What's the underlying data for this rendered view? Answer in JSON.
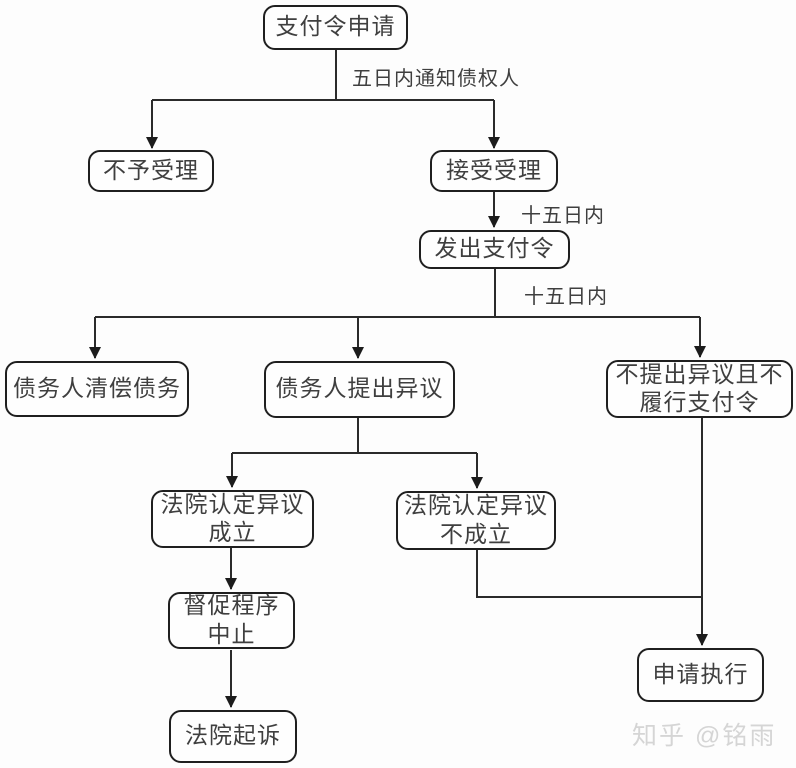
{
  "diagram": {
    "nodes": {
      "apply": "支付令申请",
      "reject": "不予受理",
      "accept": "接受受理",
      "issue": "发出支付令",
      "settle": "债务人清偿债务",
      "objection": "债务人提出异议",
      "no_objection": "不提出异议且不\n履行支付令",
      "objection_valid": "法院认定异议\n成立",
      "objection_invalid": "法院认定异议\n不成立",
      "procedure_suspended": "督促程序\n中止",
      "court_sue": "法院起诉",
      "apply_execution": "申请执行"
    },
    "edge_labels": {
      "notify_within_5_days": "五日内通知债权人",
      "within_15_days_1": "十五日内",
      "within_15_days_2": "十五日内"
    },
    "watermark": "知乎 @铭雨",
    "colors": {
      "background": "#fdfdfd",
      "line": "#2b2b2b",
      "box_border": "#1f1f1f",
      "text": "#3f3f3f",
      "watermark": "#d5d5d5"
    }
  }
}
